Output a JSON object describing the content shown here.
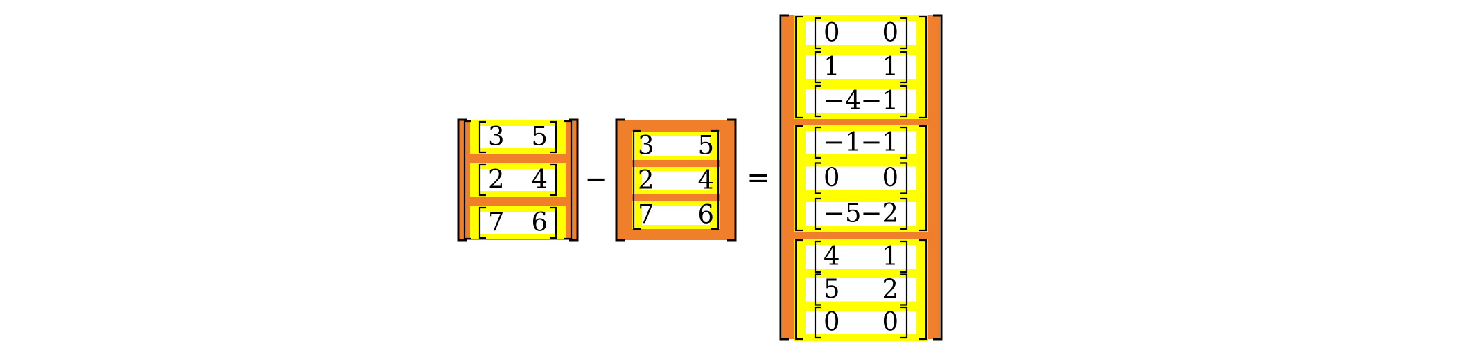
{
  "colors": {
    "outer_fill": "#EF7F2A",
    "inner_fill": "#FFFF00",
    "cell_fill": "#FFFFFF",
    "ink": "#000000"
  },
  "operators": {
    "minus": "−",
    "equals": "="
  },
  "lhs_matrix_a": {
    "rows": [
      [
        "3",
        "5"
      ],
      [
        "2",
        "4"
      ],
      [
        "7",
        "6"
      ]
    ]
  },
  "lhs_matrix_b": {
    "rows": [
      [
        "3",
        "5"
      ],
      [
        "2",
        "4"
      ],
      [
        "7",
        "6"
      ]
    ]
  },
  "result": {
    "blocks": [
      {
        "rows": [
          [
            "0",
            "0"
          ],
          [
            "1",
            "1"
          ],
          [
            "−4",
            "−1"
          ]
        ]
      },
      {
        "rows": [
          [
            "−1",
            "−1"
          ],
          [
            "0",
            "0"
          ],
          [
            "−5",
            "−2"
          ]
        ]
      },
      {
        "rows": [
          [
            "4",
            "1"
          ],
          [
            "5",
            "2"
          ],
          [
            "0",
            "0"
          ]
        ]
      }
    ]
  }
}
